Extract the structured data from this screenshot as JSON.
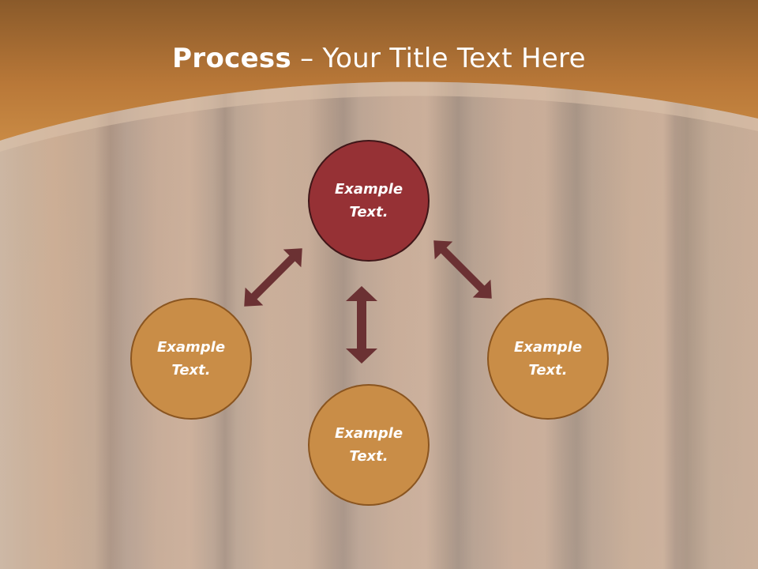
{
  "slide": {
    "title_bold": "Process",
    "title_rest": " – Your Title Text Here"
  },
  "diagram": {
    "nodes": [
      {
        "id": "top",
        "line1": "Example",
        "line2": "Text.",
        "color": "#963135"
      },
      {
        "id": "left",
        "line1": "Example",
        "line2": "Text.",
        "color": "#c98d47"
      },
      {
        "id": "bottom",
        "line1": "Example",
        "line2": "Text.",
        "color": "#c98d47"
      },
      {
        "id": "right",
        "line1": "Example",
        "line2": "Text.",
        "color": "#c98d47"
      }
    ],
    "arrow_color": "#6b3133"
  },
  "colors": {
    "header": "#b97838",
    "header_light": "#d29a5a"
  }
}
